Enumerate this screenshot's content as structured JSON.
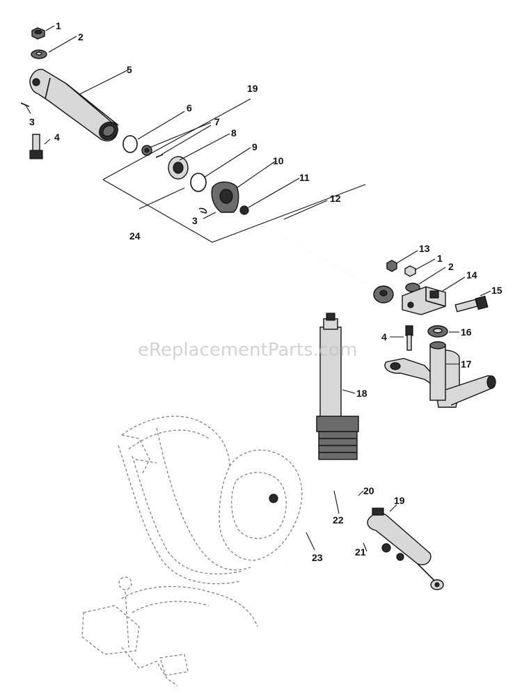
{
  "watermark": "eReplacementParts.com",
  "callouts": [
    "1",
    "2",
    "5",
    "3",
    "4",
    "6",
    "19",
    "7",
    "8",
    "9",
    "10",
    "11",
    "24",
    "3",
    "12",
    "13",
    "1",
    "2",
    "14",
    "15",
    "4",
    "16",
    "17",
    "18",
    "20",
    "19",
    "22",
    "23",
    "21"
  ]
}
